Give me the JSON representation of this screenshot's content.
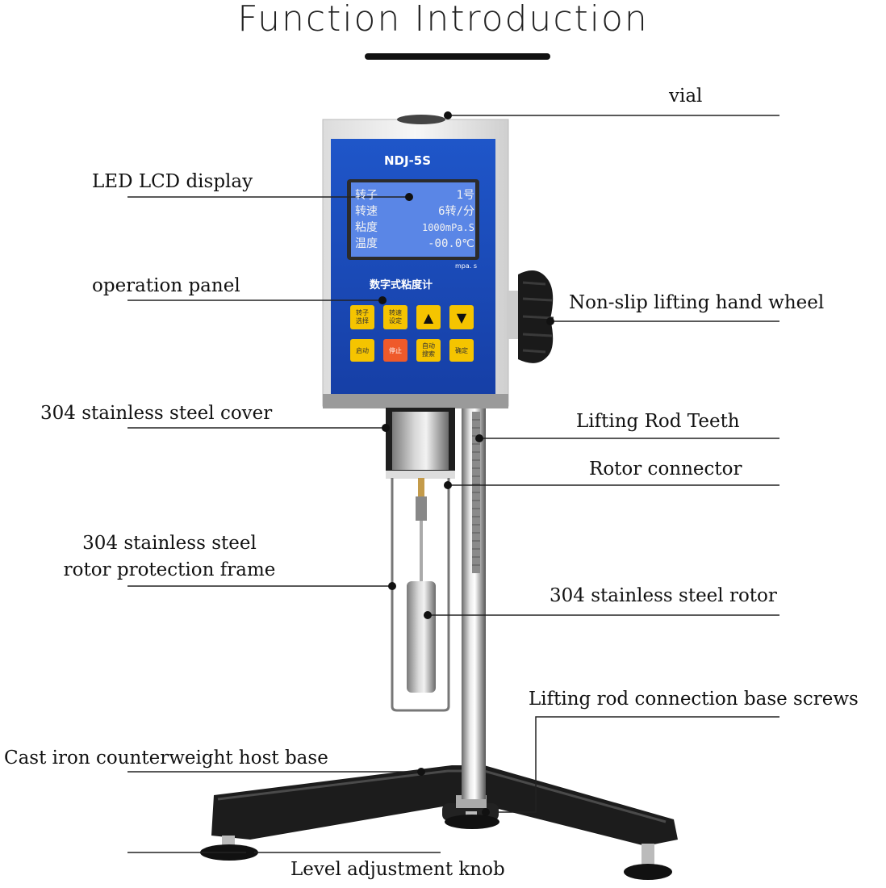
{
  "title": "Function Introduction",
  "device": {
    "model": "NDJ-5S",
    "unit_small": "mpa. s",
    "panel_caption": "数字式粘度计",
    "lcd_rows": [
      {
        "label": "转子",
        "value": "1号"
      },
      {
        "label": "转速",
        "value": "6转/分"
      },
      {
        "label": "粘度",
        "value": "1000mPa.S"
      },
      {
        "label": "温度",
        "value": "-00.0℃"
      }
    ],
    "buttons_row1": [
      {
        "text": "转子\n选择"
      },
      {
        "text": "转速\n设定"
      },
      {
        "text": "▲"
      },
      {
        "text": "▼"
      }
    ],
    "buttons_row2": [
      {
        "text": "启动"
      },
      {
        "text": "停止"
      },
      {
        "text": "自动\n搜索"
      },
      {
        "text": "确定"
      }
    ]
  },
  "labels": {
    "vial": "vial",
    "led_lcd_display": "LED LCD display",
    "operation_panel": "operation panel",
    "hand_wheel": "Non-slip lifting hand wheel",
    "steel_cover": "304 stainless steel cover",
    "lifting_rod_teeth": "Lifting Rod Teeth",
    "rotor_connector": "Rotor connector",
    "frame_line1": "304 stainless steel",
    "frame_line2": "rotor protection frame",
    "steel_rotor": "304 stainless steel rotor",
    "base_screws": "Lifting rod connection base screws",
    "host_base": "Cast iron counterweight host base",
    "level_knob": "Level adjustment knob"
  },
  "colors": {
    "panel_blue": "#1a49b8",
    "lcd_blue": "#4a78e0",
    "button_yellow": "#f5c400",
    "button_red": "#ef5a2a",
    "base_black": "#1c1c1c"
  }
}
